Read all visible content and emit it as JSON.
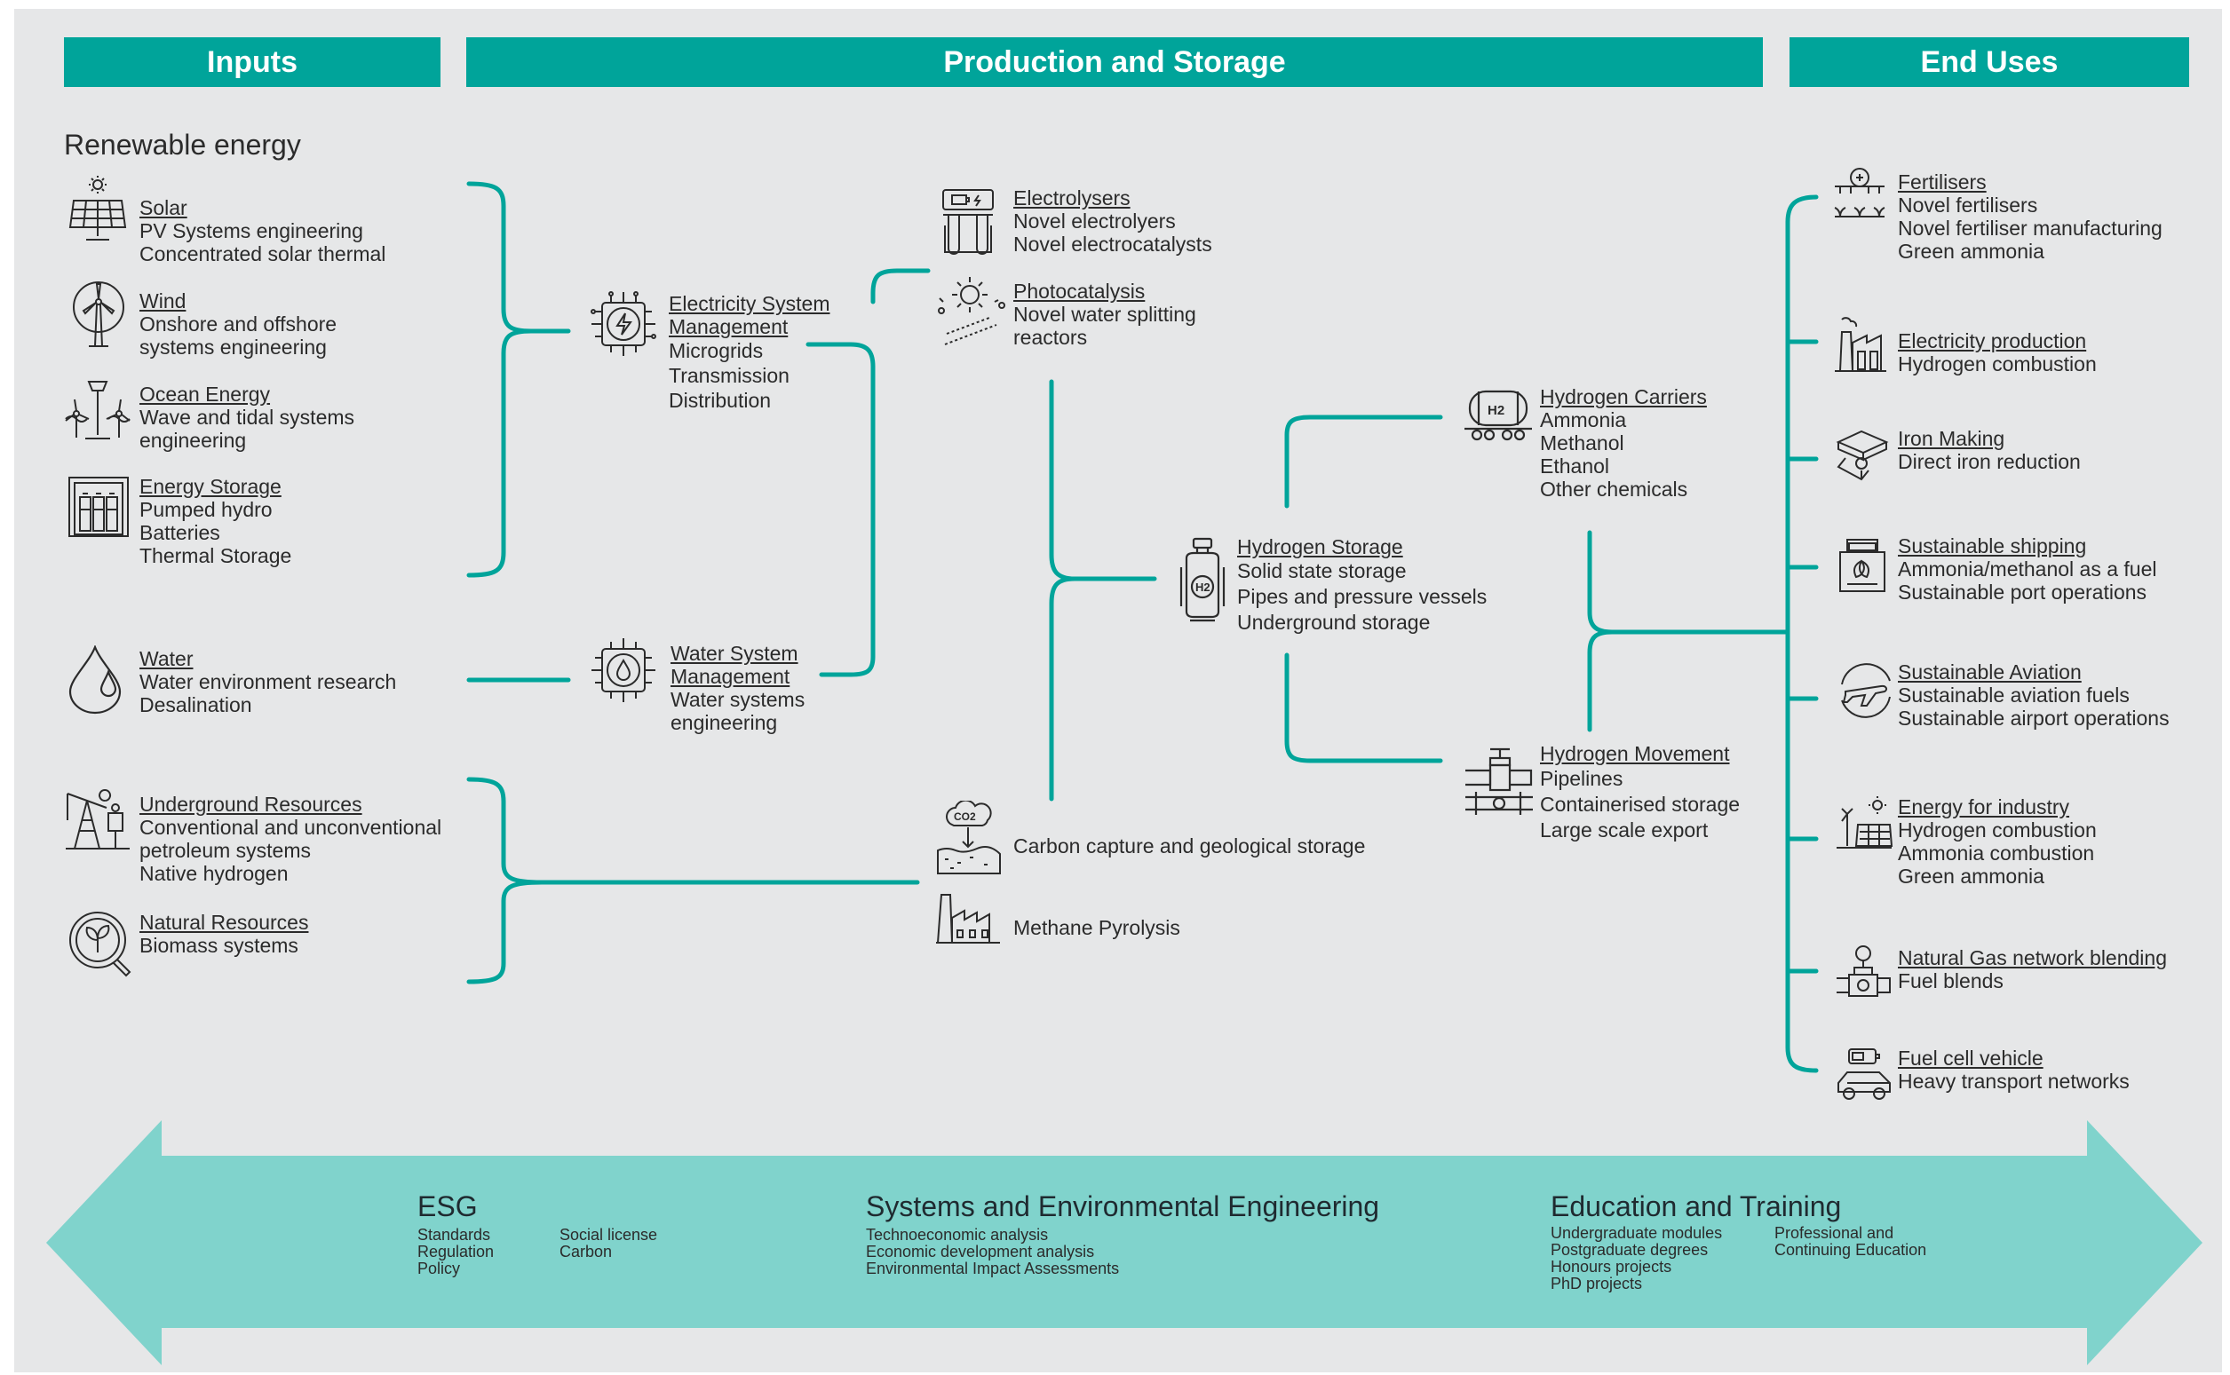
{
  "headers": {
    "inputs": "Inputs",
    "production": "Production and Storage",
    "end_uses": "End Uses"
  },
  "renewable_heading": "Renewable energy",
  "inputs": {
    "solar": {
      "title": "Solar",
      "lines": [
        "PV Systems engineering",
        "Concentrated solar thermal"
      ],
      "icon": "solar-panel-icon"
    },
    "wind": {
      "title": "Wind",
      "lines": [
        "Onshore and offshore",
        "systems engineering"
      ],
      "icon": "wind-turbine-icon"
    },
    "ocean": {
      "title": "Ocean Energy",
      "lines": [
        "Wave and tidal systems",
        "engineering"
      ],
      "icon": "tidal-turbine-icon"
    },
    "storage": {
      "title": "Energy Storage",
      "lines": [
        "Pumped hydro",
        "Batteries",
        "Thermal Storage"
      ],
      "icon": "battery-storage-icon"
    },
    "water": {
      "title": "Water",
      "lines": [
        "Water environment research",
        "Desalination"
      ],
      "icon": "water-drop-icon"
    },
    "underground": {
      "title": "Underground Resources",
      "lines": [
        "Conventional and unconventional",
        "petroleum systems",
        "Native hydrogen"
      ],
      "icon": "oil-pump-icon"
    },
    "natural": {
      "title": "Natural Resources",
      "lines": [
        "Biomass systems"
      ],
      "icon": "biomass-leaf-icon"
    }
  },
  "production": {
    "esm": {
      "title": [
        "Electricity System",
        "Management"
      ],
      "lines": [
        "Microgrids",
        "Transmission",
        "Distribution"
      ],
      "icon": "electric-chip-icon"
    },
    "wsm": {
      "title": [
        "Water System",
        "Management"
      ],
      "lines": [
        "Water systems",
        "engineering"
      ],
      "icon": "water-chip-icon"
    },
    "electrolysers": {
      "title": "Electrolysers",
      "lines": [
        "Novel electrolyers",
        "Novel electrocatalysts"
      ],
      "icon": "electrolyser-icon"
    },
    "photocatalysis": {
      "title": "Photocatalysis",
      "lines": [
        "Novel water splitting",
        "reactors"
      ],
      "icon": "photocatalysis-icon"
    },
    "ccs": {
      "text": "Carbon capture and geological storage",
      "icon": "co2-capture-icon"
    },
    "methane": {
      "text": "Methane Pyrolysis",
      "icon": "factory-icon"
    },
    "h2storage": {
      "title": "Hydrogen Storage",
      "lines": [
        "Solid state storage",
        "Pipes and pressure vessels",
        "Underground storage"
      ],
      "icon": "h2-tank-icon"
    },
    "carriers": {
      "title": "Hydrogen Carriers",
      "lines": [
        "Ammonia",
        "Methanol",
        "Ethanol",
        "Other chemicals"
      ],
      "icon": "h2-railcar-icon"
    },
    "movement": {
      "title": "Hydrogen Movement",
      "lines": [
        "Pipelines",
        "Containerised storage",
        "Large scale export"
      ],
      "icon": "pipeline-valve-icon"
    }
  },
  "end_uses": {
    "fertilisers": {
      "title": "Fertilisers",
      "lines": [
        "Novel fertilisers",
        "Novel fertiliser manufacturing",
        "Green ammonia"
      ],
      "icon": "fertiliser-sprayer-icon"
    },
    "electricity": {
      "title": "Electricity production",
      "lines": [
        "Hydrogen combustion"
      ],
      "icon": "power-plant-icon"
    },
    "iron": {
      "title": "Iron Making",
      "lines": [
        "Direct iron reduction"
      ],
      "icon": "iron-beam-icon"
    },
    "shipping": {
      "title": "Sustainable shipping",
      "lines": [
        "Ammonia/methanol as a fuel",
        "Sustainable port operations"
      ],
      "icon": "cargo-ship-icon"
    },
    "aviation": {
      "title": "Sustainable Aviation",
      "lines": [
        "Sustainable aviation fuels",
        "Sustainable airport operations"
      ],
      "icon": "airplane-icon"
    },
    "industry": {
      "title": "Energy for industry",
      "lines": [
        "Hydrogen combustion",
        "Ammonia combustion",
        "Green ammonia"
      ],
      "icon": "industry-energy-icon"
    },
    "gas": {
      "title": "Natural Gas network blending",
      "lines": [
        "Fuel blends"
      ],
      "icon": "gas-valve-icon"
    },
    "fcv": {
      "title": "Fuel cell vehicle",
      "lines": [
        "Heavy transport networks"
      ],
      "icon": "fuel-cell-car-icon"
    }
  },
  "banner": {
    "esg": {
      "title": "ESG",
      "col1": [
        "Standards",
        "Regulation",
        "Policy"
      ],
      "col2": [
        "Social license",
        "Carbon"
      ]
    },
    "see": {
      "title": "Systems and Environmental Engineering",
      "lines": [
        "Technoeconomic analysis",
        "Economic development analysis",
        "Environmental Impact Assessments"
      ]
    },
    "edu": {
      "title": "Education and Training",
      "col1": [
        "Undergraduate modules",
        "Postgraduate degrees",
        "Honours projects",
        "PhD projects"
      ],
      "col2": [
        "Professional and",
        "Continuing Education"
      ]
    }
  },
  "colors": {
    "teal": "#00a49a",
    "banner": "#80d3cc",
    "background": "#e6e7e8",
    "text": "#2b2b2b"
  }
}
